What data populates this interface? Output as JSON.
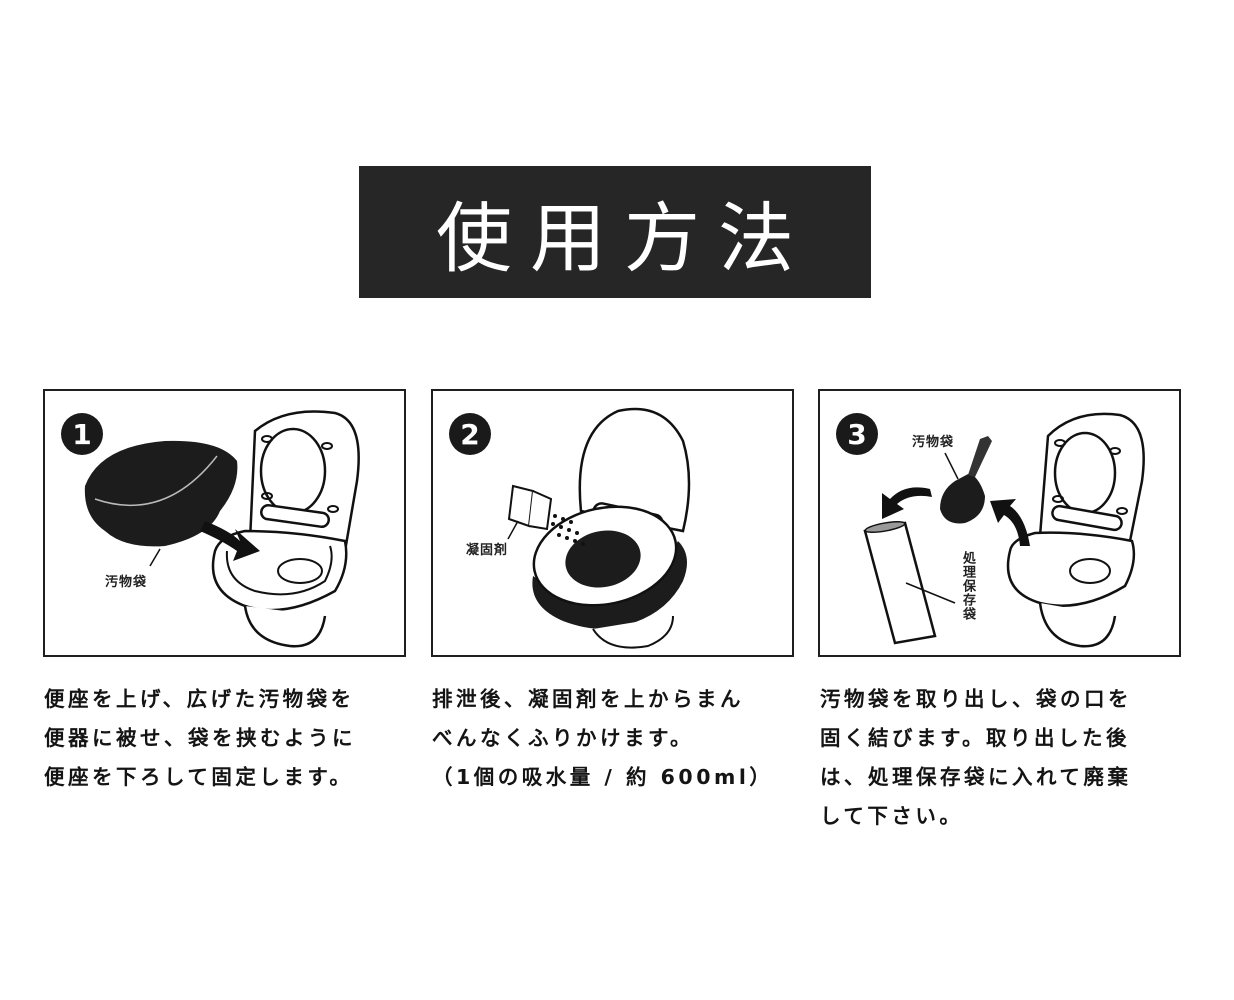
{
  "header": {
    "title": "使用方法"
  },
  "steps": [
    {
      "number": "1",
      "illustration_label": "汚物袋",
      "description_lines": [
        "便座を上げ、広げた汚物袋を",
        "便器に被せ、袋を挟むように",
        "便座を下ろして固定します。"
      ]
    },
    {
      "number": "2",
      "illustration_label": "凝固剤",
      "description_lines": [
        "排泄後、凝固剤を上からまん",
        "べんなくふりかけます。",
        "（1個の吸水量 / 約 600ml）"
      ]
    },
    {
      "number": "3",
      "illustration_label": "汚物袋",
      "illustration_label_2": "処理保存袋",
      "description_lines": [
        "汚物袋を取り出し、袋の口を",
        "固く結びます。取り出した後",
        "は、処理保存袋に入れて廃棄",
        "して下さい。"
      ]
    }
  ],
  "colors": {
    "title_bg": "#262626",
    "title_fg": "#ffffff",
    "ink": "#1a1a1a"
  }
}
